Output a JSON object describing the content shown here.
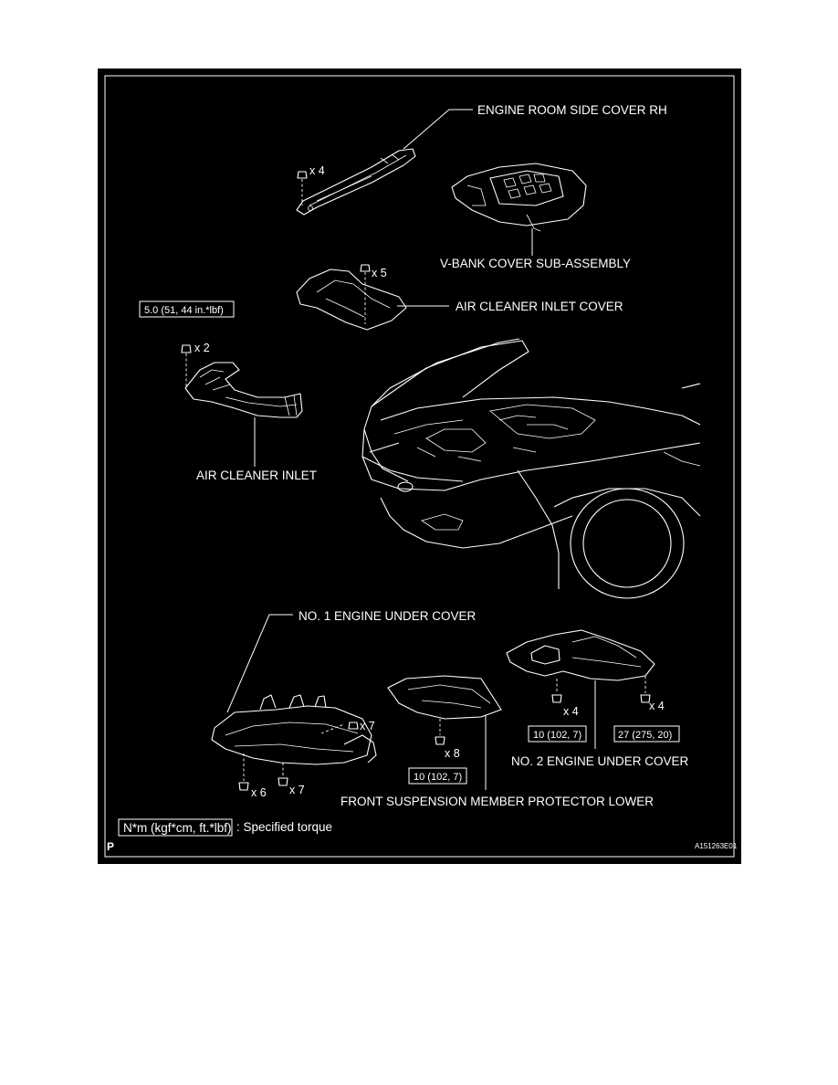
{
  "labels": {
    "engine_room_side_cover_rh": "ENGINE ROOM SIDE COVER RH",
    "v_bank_cover": "V-BANK COVER SUB-ASSEMBLY",
    "air_cleaner_inlet_cover": "AIR CLEANER INLET COVER",
    "air_cleaner_inlet": "AIR CLEANER INLET",
    "no1_engine_under_cover": "NO. 1 ENGINE UNDER COVER",
    "no2_engine_under_cover": "NO. 2 ENGINE UNDER COVER",
    "front_suspension_protector": "FRONT SUSPENSION MEMBER PROTECTOR LOWER"
  },
  "quantities": {
    "side_cover_bolts": "x 4",
    "inlet_cover_bolts": "x 5",
    "inlet_bolts": "x 2",
    "under1_bolts_right": "x 7",
    "under1_bolts_front": "x 7",
    "under1_bolts_left": "x 6",
    "protector_bolts": "x 8",
    "under2_bolts_left": "x 4",
    "under2_bolts_right": "x 4"
  },
  "torques": {
    "air_cleaner_inlet": "5.0 (51, 44 in.*lbf)",
    "protector": "10 (102, 7)",
    "under2_left": "10 (102, 7)",
    "under2_right": "27 (275, 20)"
  },
  "legend": {
    "units": "N*m (kgf*cm, ft.*lbf)",
    "text": ": Specified torque"
  },
  "corner_letter": "P",
  "figure_id": "A151263E01",
  "colors": {
    "background": "#000000",
    "lines": "#ffffff",
    "page": "#ffffff"
  }
}
